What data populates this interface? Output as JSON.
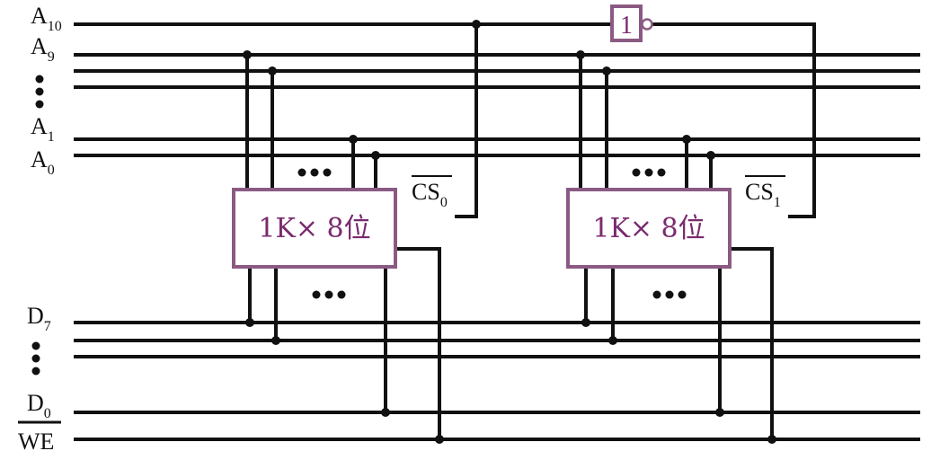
{
  "colors": {
    "wire": "#111111",
    "chip_border": "#8b5a83",
    "chip_text": "#7a2a6e"
  },
  "labels": {
    "a10": {
      "base": "A",
      "sub": "10"
    },
    "a9": {
      "base": "A",
      "sub": "9"
    },
    "a1": {
      "base": "A",
      "sub": "1"
    },
    "a0": {
      "base": "A",
      "sub": "0"
    },
    "d7": {
      "base": "D",
      "sub": "7"
    },
    "d0": {
      "base": "D",
      "sub": "0"
    },
    "we": "WE"
  },
  "inverter": {
    "label": "1"
  },
  "chips": [
    {
      "label": "1K× 8位",
      "cs_base": "CS",
      "cs_sub": "0"
    },
    {
      "label": "1K× 8位",
      "cs_base": "CS",
      "cs_sub": "1"
    }
  ]
}
